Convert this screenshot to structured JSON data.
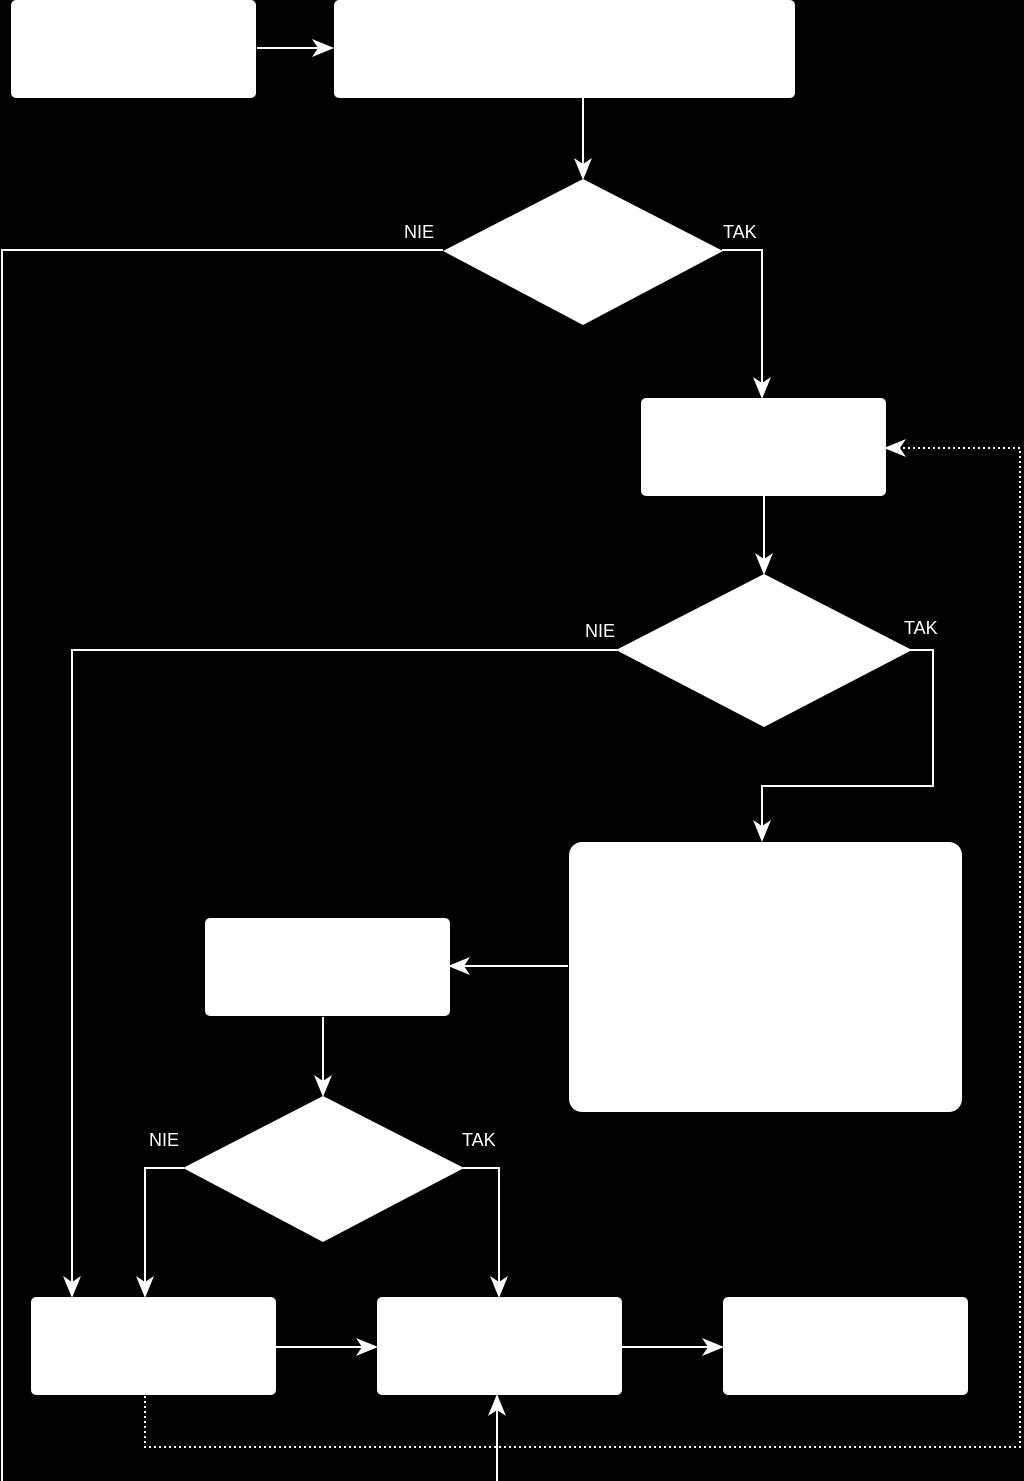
{
  "diagram": {
    "type": "flowchart",
    "colors": {
      "background": "#000000",
      "foreground": "#ffffff"
    },
    "decisions": [
      {
        "id": "decision-1",
        "no_label": "NIE",
        "yes_label": "TAK"
      },
      {
        "id": "decision-2",
        "no_label": "NIE",
        "yes_label": "TAK"
      },
      {
        "id": "decision-3",
        "no_label": "NIE",
        "yes_label": "TAK"
      }
    ],
    "process_boxes": [
      {
        "id": "box-start",
        "text": ""
      },
      {
        "id": "box-top-wide",
        "text": ""
      },
      {
        "id": "box-right-1",
        "text": ""
      },
      {
        "id": "box-large",
        "text": ""
      },
      {
        "id": "box-middle-left",
        "text": ""
      },
      {
        "id": "box-bottom-left",
        "text": ""
      },
      {
        "id": "box-bottom-center",
        "text": ""
      },
      {
        "id": "box-bottom-right",
        "text": ""
      }
    ]
  }
}
